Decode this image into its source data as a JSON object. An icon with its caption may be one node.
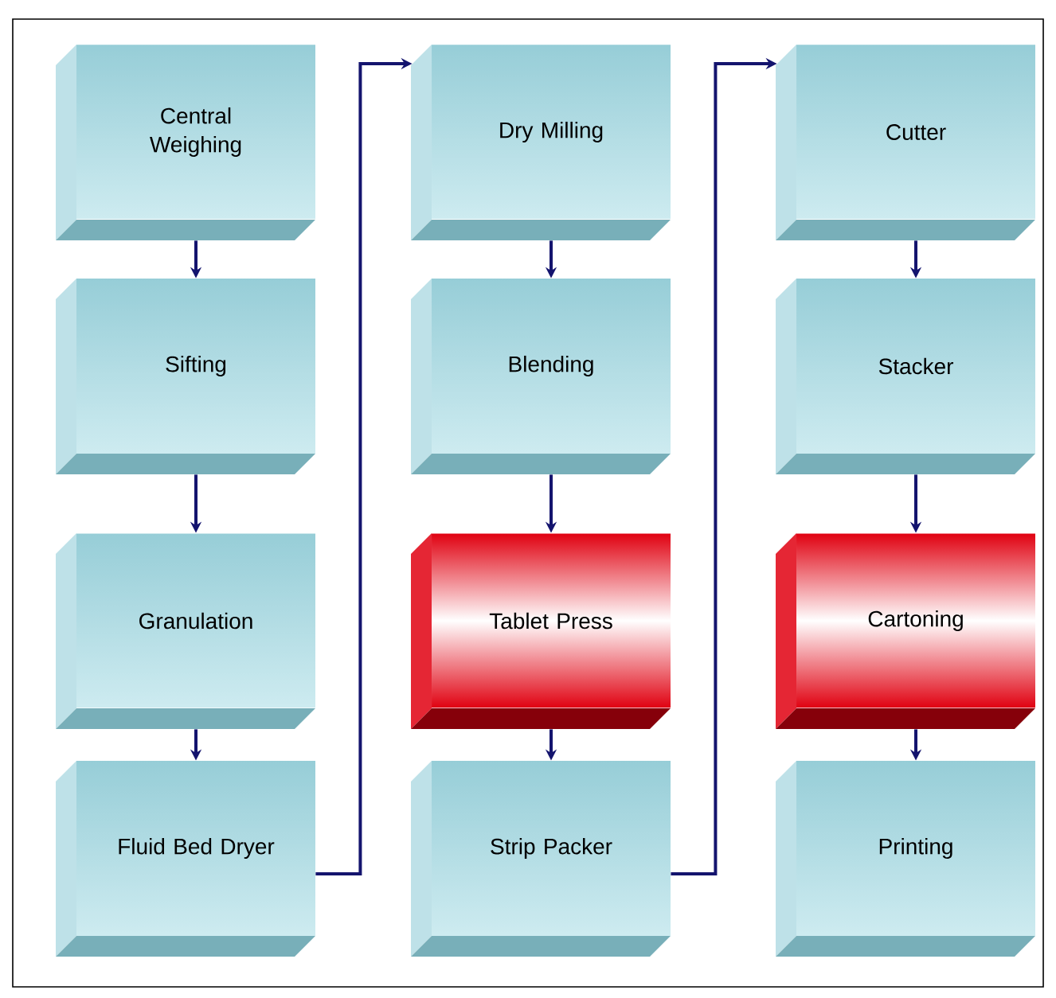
{
  "diagram": {
    "nodes": [
      {
        "text": [
          "Central Weighing"
        ]
      },
      {
        "text": [
          "Sifting"
        ]
      },
      {
        "text": [
          "Granulation"
        ]
      },
      {
        "text": [
          "Fluid Bed Dryer"
        ]
      },
      {
        "text": [
          "Dry Milling"
        ]
      },
      {
        "text": [
          "Blending"
        ]
      },
      {
        "text": [
          "Tablet Press"
        ]
      },
      {
        "text": [
          "Strip Packer"
        ]
      },
      {
        "text": [
          "Cutter"
        ]
      },
      {
        "text": [
          "Stacker"
        ]
      },
      {
        "text": [
          "Cartoning"
        ]
      },
      {
        "text": [
          "Printing"
        ]
      }
    ],
    "edges": [
      {
        "from": 0,
        "to": 1,
        "arrow": "to"
      },
      {
        "from": 1,
        "to": 2,
        "arrow": "to"
      },
      {
        "from": 2,
        "to": 3,
        "arrow": "to"
      },
      {
        "from": 3,
        "to": 4,
        "arrow": "to"
      },
      {
        "from": 4,
        "to": 5,
        "arrow": "to"
      },
      {
        "from": 5,
        "to": 6,
        "arrow": "to"
      },
      {
        "from": 6,
        "to": 7,
        "arrow": "to"
      },
      {
        "from": 7,
        "to": 8,
        "arrow": "to"
      },
      {
        "from": 8,
        "to": 9,
        "arrow": "to"
      },
      {
        "from": 9,
        "to": 10,
        "arrow": "to"
      },
      {
        "from": 10,
        "to": 11,
        "arrow": "to"
      }
    ]
  }
}
